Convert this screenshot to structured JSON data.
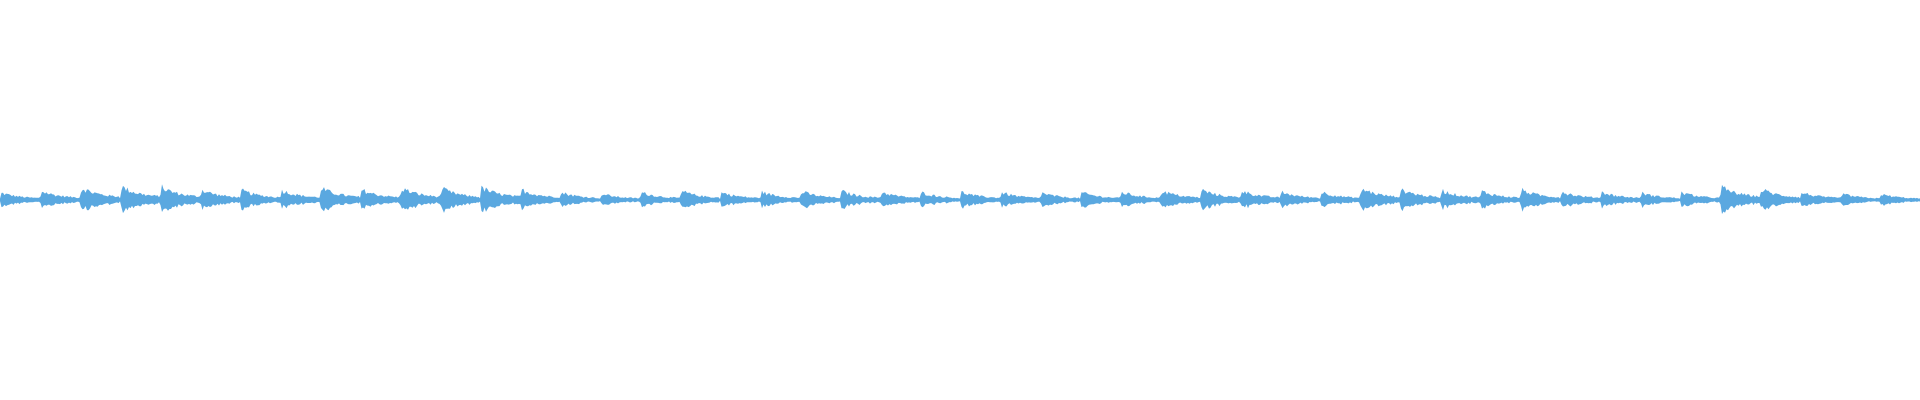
{
  "waveform": {
    "color": "#5aa8e0",
    "beat_count": 48,
    "beat_peaks": [
      0.32,
      0.4,
      0.55,
      0.6,
      0.58,
      0.46,
      0.44,
      0.44,
      0.52,
      0.46,
      0.54,
      0.52,
      0.56,
      0.46,
      0.34,
      0.28,
      0.34,
      0.4,
      0.34,
      0.36,
      0.38,
      0.4,
      0.36,
      0.34,
      0.36,
      0.34,
      0.32,
      0.34,
      0.36,
      0.42,
      0.46,
      0.42,
      0.36,
      0.36,
      0.52,
      0.48,
      0.44,
      0.4,
      0.46,
      0.38,
      0.36,
      0.32,
      0.34,
      0.58,
      0.48,
      0.34,
      0.28,
      0.26
    ]
  }
}
